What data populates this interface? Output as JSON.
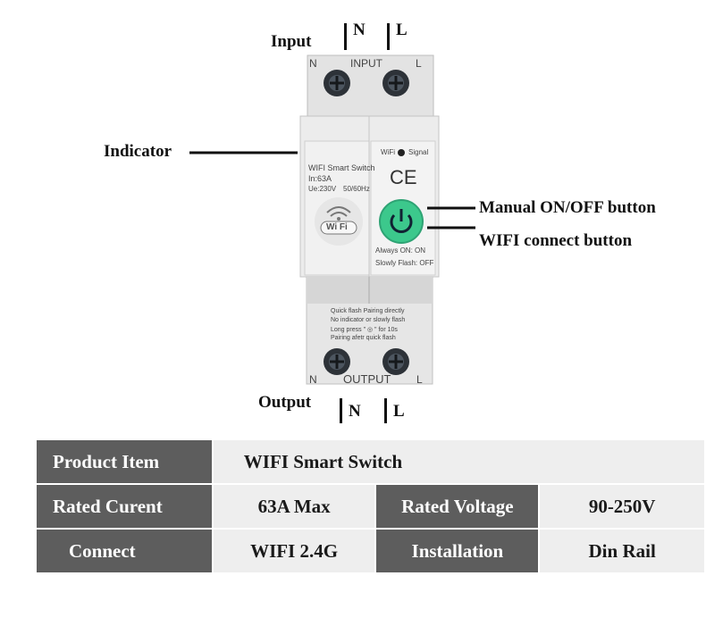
{
  "callouts": {
    "input": "Input",
    "output": "Output",
    "indicator": "Indicator",
    "manual_button": "Manual ON/OFF button",
    "wifi_button": "WIFI connect button",
    "n": "N",
    "l": "L"
  },
  "device": {
    "top_label": "INPUT",
    "top_n": "N",
    "top_l": "L",
    "bottom_label": "OUTPUT",
    "bottom_n": "N",
    "bottom_l": "L",
    "wifi_signal": "WiFi",
    "signal": "Signal",
    "model": "WIFI Smart Switch",
    "rating": "In:63A",
    "voltage": "Ue:230V",
    "frequency": "50/60Hz",
    "ce": "CE",
    "wifi_logo": "Wi Fi",
    "always_on": "Always ON:  ON",
    "slowly_flash": "Slowly Flash: OFF",
    "instructions": [
      "Quick flash Pairing directly",
      "No indicator or slowly flash",
      "Long press \" ◎ \" for 10s",
      "Pairing afetr quick flash"
    ]
  },
  "spec_table": {
    "row1": {
      "label": "Product Item",
      "value": "WIFI Smart Switch"
    },
    "row2": {
      "label": "Rated Curent",
      "value": "63A Max",
      "label2": "Rated Voltage",
      "value2": "90-250V"
    },
    "row3": {
      "label": "Connect",
      "value": "WIFI 2.4G",
      "label2": "Installation",
      "value2": "Din Rail"
    }
  },
  "colors": {
    "header_bg": "#5d5d5d",
    "cell_bg": "#eeeeee",
    "button_green": "#3cc88c"
  }
}
